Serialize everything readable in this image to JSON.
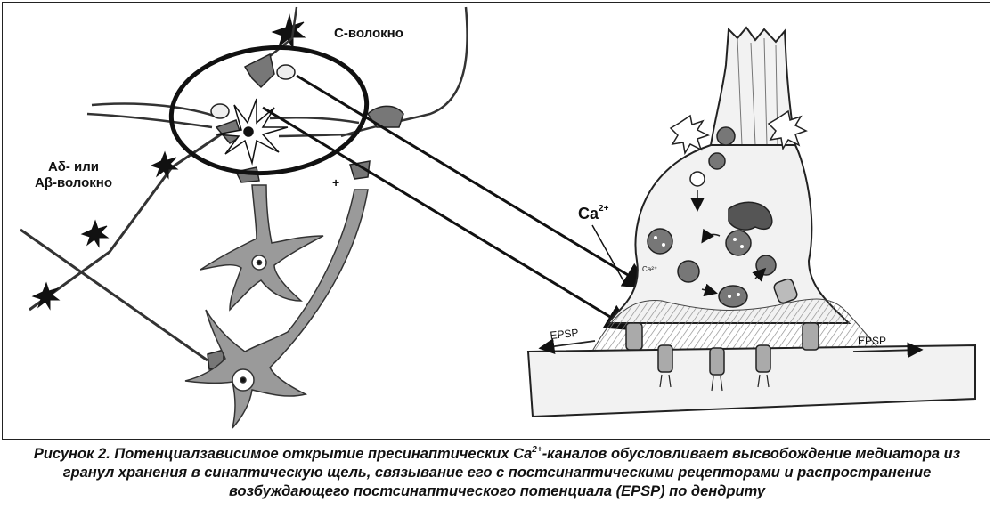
{
  "labels": {
    "c_fiber": "С-волокно",
    "a_fiber_line1": "Аδ- или",
    "a_fiber_line2": "Аβ-волокно",
    "ca_base": "Ca",
    "ca_sup": "2+",
    "epsp_left": "EPSP",
    "epsp_right": "EPSP",
    "plus": "+",
    "vesicle_ca": "Ca²⁺"
  },
  "caption": {
    "part1": "Рисунок 2. Потенциалзависимое открытие пресинаптических Ca",
    "sup": "2+",
    "part2": "-каналов обусловливает высвобождение медиатора из гранул хранения в синаптическую щель, связывание его с постсинаптическими рецепторами и распространение возбуждающего постсинаптического потенциала (EPSP) по дендриту"
  },
  "colors": {
    "ink": "#111111",
    "neuron_fill": "#9a9a9a",
    "terminal_fill": "#f2f2f2",
    "hatch": "#8a8a8a"
  }
}
